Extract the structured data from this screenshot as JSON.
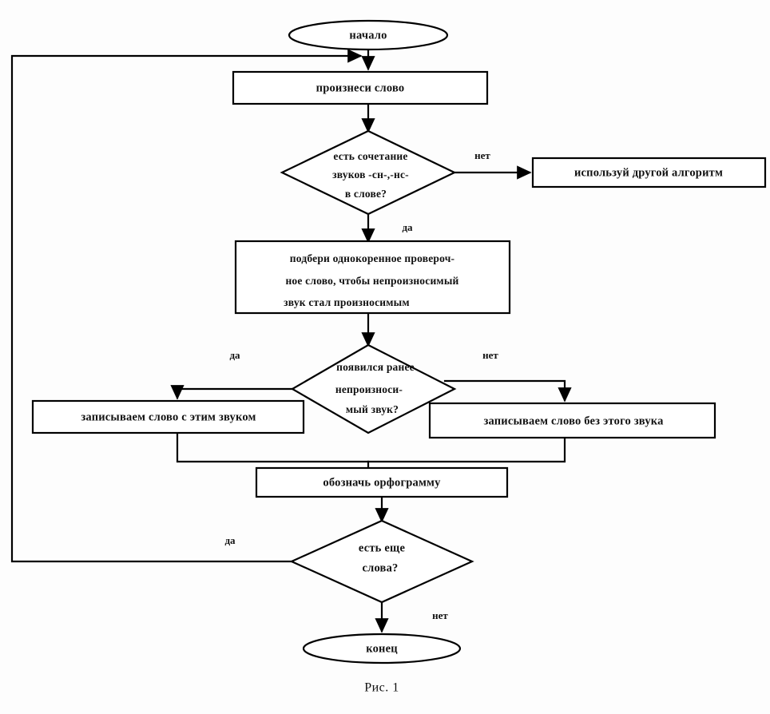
{
  "figure": {
    "caption": "Рис. 1",
    "language": "ru",
    "colors": {
      "stroke": "#000000",
      "fill": "#ffffff",
      "background": "#fdfdfd",
      "text": "#111111"
    }
  },
  "chart_data": {
    "type": "diagram",
    "subtype": "flowchart",
    "title": "Рис. 1",
    "orientation": "top-to-bottom",
    "nodes": [
      {
        "id": "start",
        "shape": "terminator",
        "label": "начало",
        "lines": [
          "начало"
        ]
      },
      {
        "id": "say-word",
        "shape": "process",
        "label": "произнеси слово",
        "lines": [
          "произнеси слово"
        ]
      },
      {
        "id": "has-combination",
        "shape": "decision",
        "label": "есть сочетание звуков -сн-,-нс- в слове?",
        "lines": [
          "есть сочетание",
          "звуков -сн-,-нс-",
          "в слове?"
        ]
      },
      {
        "id": "other-algorithm",
        "shape": "process",
        "label": "используй другой алгоритм",
        "lines": [
          "используй другой алгоритм"
        ]
      },
      {
        "id": "pick-cognate",
        "shape": "process",
        "label": "подбери однокоренное проверочное слово, чтобы непроизносимый звук стал произносимым",
        "lines": [
          "подбери однокоренное провероч-",
          "ное слово, чтобы непроизносимый",
          "звук стал произносимым"
        ]
      },
      {
        "id": "sound-appeared",
        "shape": "decision",
        "label": "появился ранее непроизносимый звук?",
        "lines": [
          "появился ранее",
          "непроизноси-",
          "мый  звук?"
        ]
      },
      {
        "id": "write-with-sound",
        "shape": "process",
        "label": "записываем слово с этим звуком",
        "lines": [
          "записываем слово с этим звуком"
        ]
      },
      {
        "id": "write-without-sound",
        "shape": "process",
        "label": "записываем слово без этого звука",
        "lines": [
          "записываем слово без этого звука"
        ]
      },
      {
        "id": "mark-orthogram",
        "shape": "process",
        "label": "обозначь орфограмму",
        "lines": [
          "обозначь орфограмму"
        ]
      },
      {
        "id": "more-words",
        "shape": "decision",
        "label": "есть еще слова?",
        "lines": [
          "есть еще",
          "слова?"
        ]
      },
      {
        "id": "end",
        "shape": "terminator",
        "label": "конец",
        "lines": [
          "конец"
        ]
      }
    ],
    "edges": [
      {
        "from": "start",
        "to": "say-word",
        "label": ""
      },
      {
        "from": "say-word",
        "to": "has-combination",
        "label": ""
      },
      {
        "from": "has-combination",
        "to": "other-algorithm",
        "label": "нет"
      },
      {
        "from": "has-combination",
        "to": "pick-cognate",
        "label": "да"
      },
      {
        "from": "pick-cognate",
        "to": "sound-appeared",
        "label": ""
      },
      {
        "from": "sound-appeared",
        "to": "write-with-sound",
        "label": "да"
      },
      {
        "from": "sound-appeared",
        "to": "write-without-sound",
        "label": "нет"
      },
      {
        "from": "write-with-sound",
        "to": "mark-orthogram",
        "label": ""
      },
      {
        "from": "write-without-sound",
        "to": "mark-orthogram",
        "label": ""
      },
      {
        "from": "mark-orthogram",
        "to": "more-words",
        "label": ""
      },
      {
        "from": "more-words",
        "to": "say-word",
        "label": "да"
      },
      {
        "from": "more-words",
        "to": "end",
        "label": "нет"
      }
    ],
    "edge_labels": {
      "no_1": "нет",
      "yes_1": "да",
      "yes_2": "да",
      "no_2": "нет",
      "yes_3": "да",
      "no_3": "нет"
    }
  }
}
